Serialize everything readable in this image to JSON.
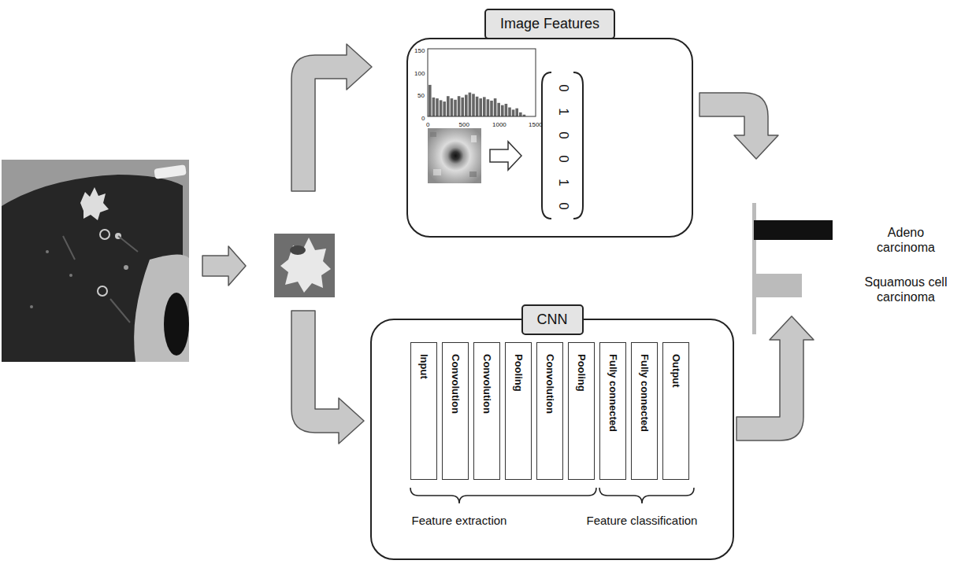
{
  "diagram": {
    "nodes": [
      {
        "text": [
          "Image Features"
        ]
      },
      {
        "text": [
          "CNN"
        ]
      },
      {
        "text": [
          "Input"
        ],
        "in": 1
      },
      {
        "text": [
          "Convolution"
        ],
        "in": 1
      },
      {
        "text": [
          "Convolution"
        ],
        "in": 1
      },
      {
        "text": [
          "Pooling"
        ],
        "in": 1
      },
      {
        "text": [
          "Convolution"
        ],
        "in": 1
      },
      {
        "text": [
          "Pooling"
        ],
        "in": 1
      },
      {
        "text": [
          "Fully connected"
        ],
        "in": 1
      },
      {
        "text": [
          "Fully connected"
        ],
        "in": 1
      },
      {
        "text": [
          "Output"
        ],
        "in": 1
      }
    ],
    "labels": [
      "150",
      "100",
      "50",
      "0",
      "0",
      "500",
      "1000",
      "1500",
      "0",
      "1",
      "0",
      "0",
      "1",
      "0",
      "Feature extraction",
      "Feature classification",
      "Adeno carcinoma",
      "Squamous cell carcinoma"
    ]
  }
}
